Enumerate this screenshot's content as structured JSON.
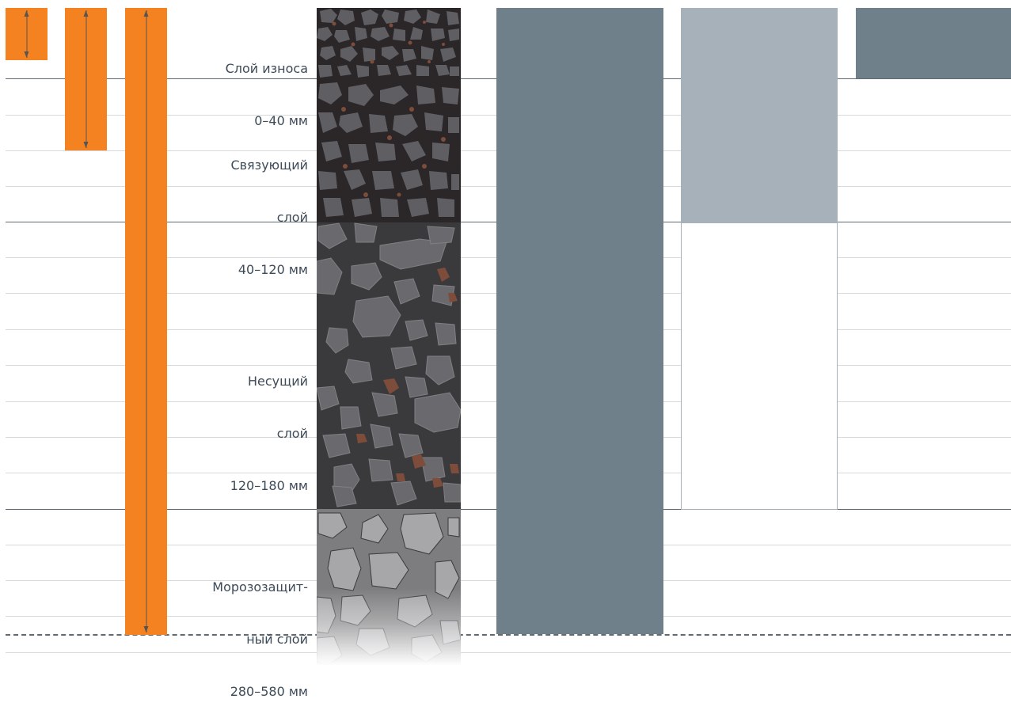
{
  "layers": [
    {
      "id": "wear",
      "line1": "Слой износа",
      "line2": "",
      "range": "0–40 мм"
    },
    {
      "id": "binder",
      "line1": "Связующий",
      "line2": "слой",
      "range": "40–120 мм"
    },
    {
      "id": "base",
      "line1": "Несущий",
      "line2": "слой",
      "range": "120–180 мм"
    },
    {
      "id": "frost",
      "line1": "Морозозащит-",
      "line2": "ный слой",
      "range": "280–580 мм"
    }
  ],
  "colors": {
    "orange": "#f58220",
    "dark_slate": "#6f808a",
    "light_slate": "#a6b1b9",
    "asphalt_fine": "#2b2628",
    "asphalt_base": "#3a3a3c",
    "frost_gray": "#7d7d7f",
    "stone": "#5f5f63",
    "red_stone": "#7d4c3a",
    "light_stone": "#a7a7aa"
  }
}
